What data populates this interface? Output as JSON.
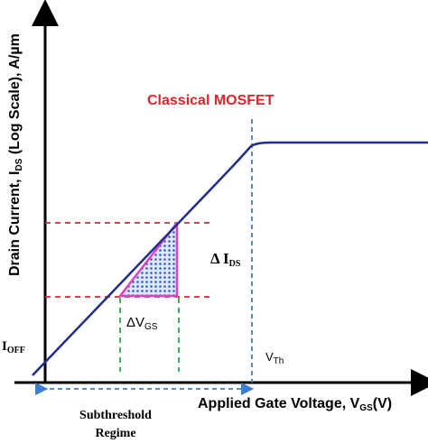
{
  "title": "Classical MOSFET",
  "y_axis_label": {
    "main": "Drain Current, I",
    "sub": "DS",
    "rest": " (Log Scale), A/µm"
  },
  "x_axis_label": {
    "main": "Applied Gate Voltage, V",
    "sub": "GS",
    "rest": "(V)"
  },
  "ioff_label": {
    "main": "I",
    "sub": "OFF"
  },
  "vth_label": {
    "main": "V",
    "sub": "Th"
  },
  "delta_ids_label": {
    "main": "Δ I",
    "sub": "DS"
  },
  "delta_vgs_label": {
    "main": "ΔV",
    "sub": "GS"
  },
  "subthreshold_label": {
    "line1": "Subthreshold",
    "line2": "Regime"
  },
  "colors": {
    "curve": "#1f2d8c",
    "guide_red": "#e3242b",
    "guide_green": "#2aa84a",
    "vth_line": "#3b7fd4",
    "triangle_edge": "#e040c8",
    "triangle_fill": "#2f5fbf",
    "title": "#e3242b"
  }
}
